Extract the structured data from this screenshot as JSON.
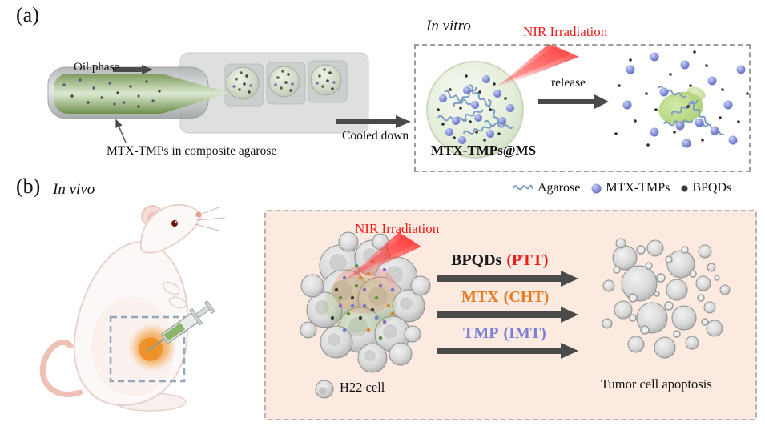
{
  "colors": {
    "nir_red": "#ee1b1b",
    "ptt_red": "#ee1b1b",
    "cht_orange": "#e8791f",
    "imt_purple": "#7b80d6",
    "agarose_blue": "#7e9dc4",
    "mtx_tmp_blue": "#7b86cf",
    "bpqd_dark": "#3a3a3a",
    "tumor_orange": "#ee8a1c",
    "in_vivo_box_bg": "#fceae1",
    "arrow_gray": "#4a4a4a"
  },
  "panel_a": {
    "label": "(a)",
    "oil_phase_label": "Oil phase",
    "device_caption": "MTX-TMPs in composite agarose",
    "cooled_down_label": "Cooled down",
    "in_vitro_label": "In vitro",
    "nir_label": "NIR Irradiation",
    "release_label": "release",
    "microsphere_label": "MTX-TMPs@MS",
    "legend": [
      {
        "label": "Agarose"
      },
      {
        "label": "MTX-TMPs"
      },
      {
        "label": "BPQDs"
      }
    ]
  },
  "panel_b": {
    "label": "(b)",
    "in_vivo_label": "In vivo",
    "nir_label": "NIR Irradiation",
    "pathways": [
      {
        "agent": "BPQDs",
        "therapy": "(PTT)"
      },
      {
        "agent": "MTX",
        "therapy": "(CHT)"
      },
      {
        "agent": "TMP",
        "therapy": "(IMT)"
      }
    ],
    "h22_label": "H22 cell",
    "apoptosis_label": "Tumor cell apoptosis"
  }
}
